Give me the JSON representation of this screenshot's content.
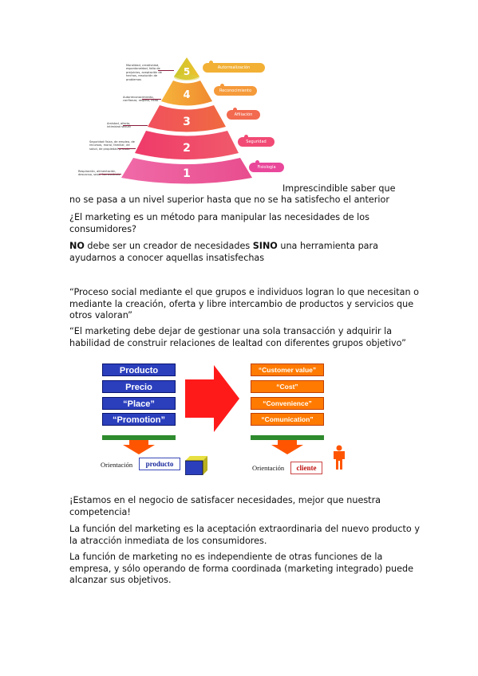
{
  "pyramid": {
    "levels": [
      {
        "number": "5",
        "label": "Autorrealización",
        "color": "#f2b035"
      },
      {
        "number": "4",
        "label": "Reconocimiento",
        "color": "#f59a3a"
      },
      {
        "number": "3",
        "label": "Afiliación",
        "color": "#f26a4f"
      },
      {
        "number": "2",
        "label": "Seguridad",
        "color": "#f14a74"
      },
      {
        "number": "1",
        "label": "Fisiología",
        "color": "#e9479a"
      }
    ],
    "notes": [
      "Moralidad, creatividad, espontaneidad, falta de prejuicios, aceptación de hechos, resolución de problemas",
      "Autorreconocimiento, confianza, respeto, éxito",
      "Amistad, afecto, intimidad sexual",
      "Seguridad física, de empleo, de recursos, moral, familiar, de salud, de propiedad privada",
      "Respiración, alimentación, descanso, sexo, homeostasis"
    ]
  },
  "paragraphs": {
    "p1_end": "Imprescindible saber que",
    "p1_rest": "no se pasa a un nivel superior hasta que no se ha satisfecho el anterior",
    "p2": "¿El marketing es un método para manipular las necesidades de los consumidores?",
    "p3_b1": "NO",
    "p3_t1": " debe ser un creador de necesidades ",
    "p3_b2": "SINO",
    "p3_t2": " una herramienta para ayudarnos a conocer aquellas insatisfechas",
    "p4": "“Proceso social mediante el que grupos e individuos logran lo que necesitan o mediante la creación, oferta y libre intercambio de productos y servicios que otros valoran”",
    "p5": "“El marketing debe dejar de gestionar una sola transacción y adquirir la habilidad de construir relaciones de lealtad con diferentes grupos objetivo”",
    "p6": "¡Estamos en el negocio de satisfacer necesidades, mejor que nuestra competencia!",
    "p7": "La función del marketing es la aceptación extraordinaria del nuevo producto y la atracción inmediata de los consumidores.",
    "p8": "La función de marketing no es independiente de otras funciones de la empresa, y sólo operando de forma coordinada (marketing integrado) puede alcanzar sus objetivos."
  },
  "marketing_diagram": {
    "four_p": [
      "Producto",
      "Precio",
      "“Place”",
      "“Promotion”"
    ],
    "four_c": [
      "“Customer value”",
      "“Cost”",
      "“Convenience”",
      "“Comunication”"
    ],
    "orientation_label": "Orientación",
    "left_orientation": "producto",
    "right_orientation": "cliente",
    "colors": {
      "p_box": "#2b3fbd",
      "c_box": "#ff7a00",
      "arrow": "#ff1a1a",
      "bar": "#2e8b2e",
      "down_arrow": "#ff5500"
    }
  }
}
